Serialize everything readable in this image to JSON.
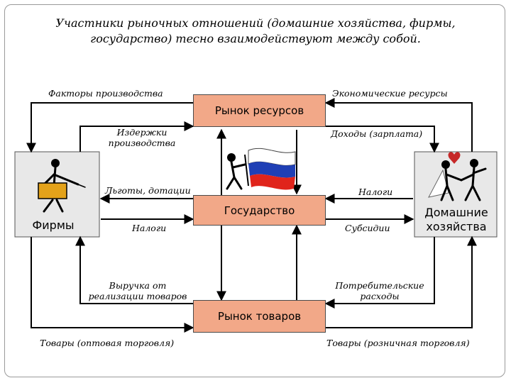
{
  "title_line1": "Участники рыночных отношений (домашние хозяйства, фирмы,",
  "title_line2": "государство) тесно взаимодействуют между собой.",
  "boxes": {
    "resource_market": "Рынок ресурсов",
    "state": "Государство",
    "goods_market": "Рынок товаров"
  },
  "firms_label": "Фирмы",
  "households_label_line1": "Домашние",
  "households_label_line2": "хозяйства",
  "flow_labels": {
    "factors": "Факторы производства",
    "econ_resources": "Экономические ресурсы",
    "costs_line1": "Издержки",
    "costs_line2": "производства",
    "income": "Доходы (зарплата)",
    "benefits": "Льготы, дотации",
    "taxes_right": "Налоги",
    "taxes_left": "Налоги",
    "subsidies": "Субсидии",
    "revenue_line1": "Выручка от",
    "revenue_line2": "реализации товаров",
    "consumer_line1": "Потребительские",
    "consumer_line2": "расходы",
    "goods_wholesale": "Товары (оптовая торговля)",
    "goods_retail": "Товары (розничная торговля)"
  },
  "colors": {
    "box_fill": "#f2a888",
    "panel_fill": "#e8e8e8",
    "line": "#000000",
    "flag_white": "#ffffff",
    "flag_blue": "#1f3fb5",
    "flag_red": "#e0241b",
    "heart": "#c62828"
  },
  "icons": [
    "drummer-figure",
    "russian-flag",
    "flag-bearer-figure",
    "wedding-couple"
  ]
}
